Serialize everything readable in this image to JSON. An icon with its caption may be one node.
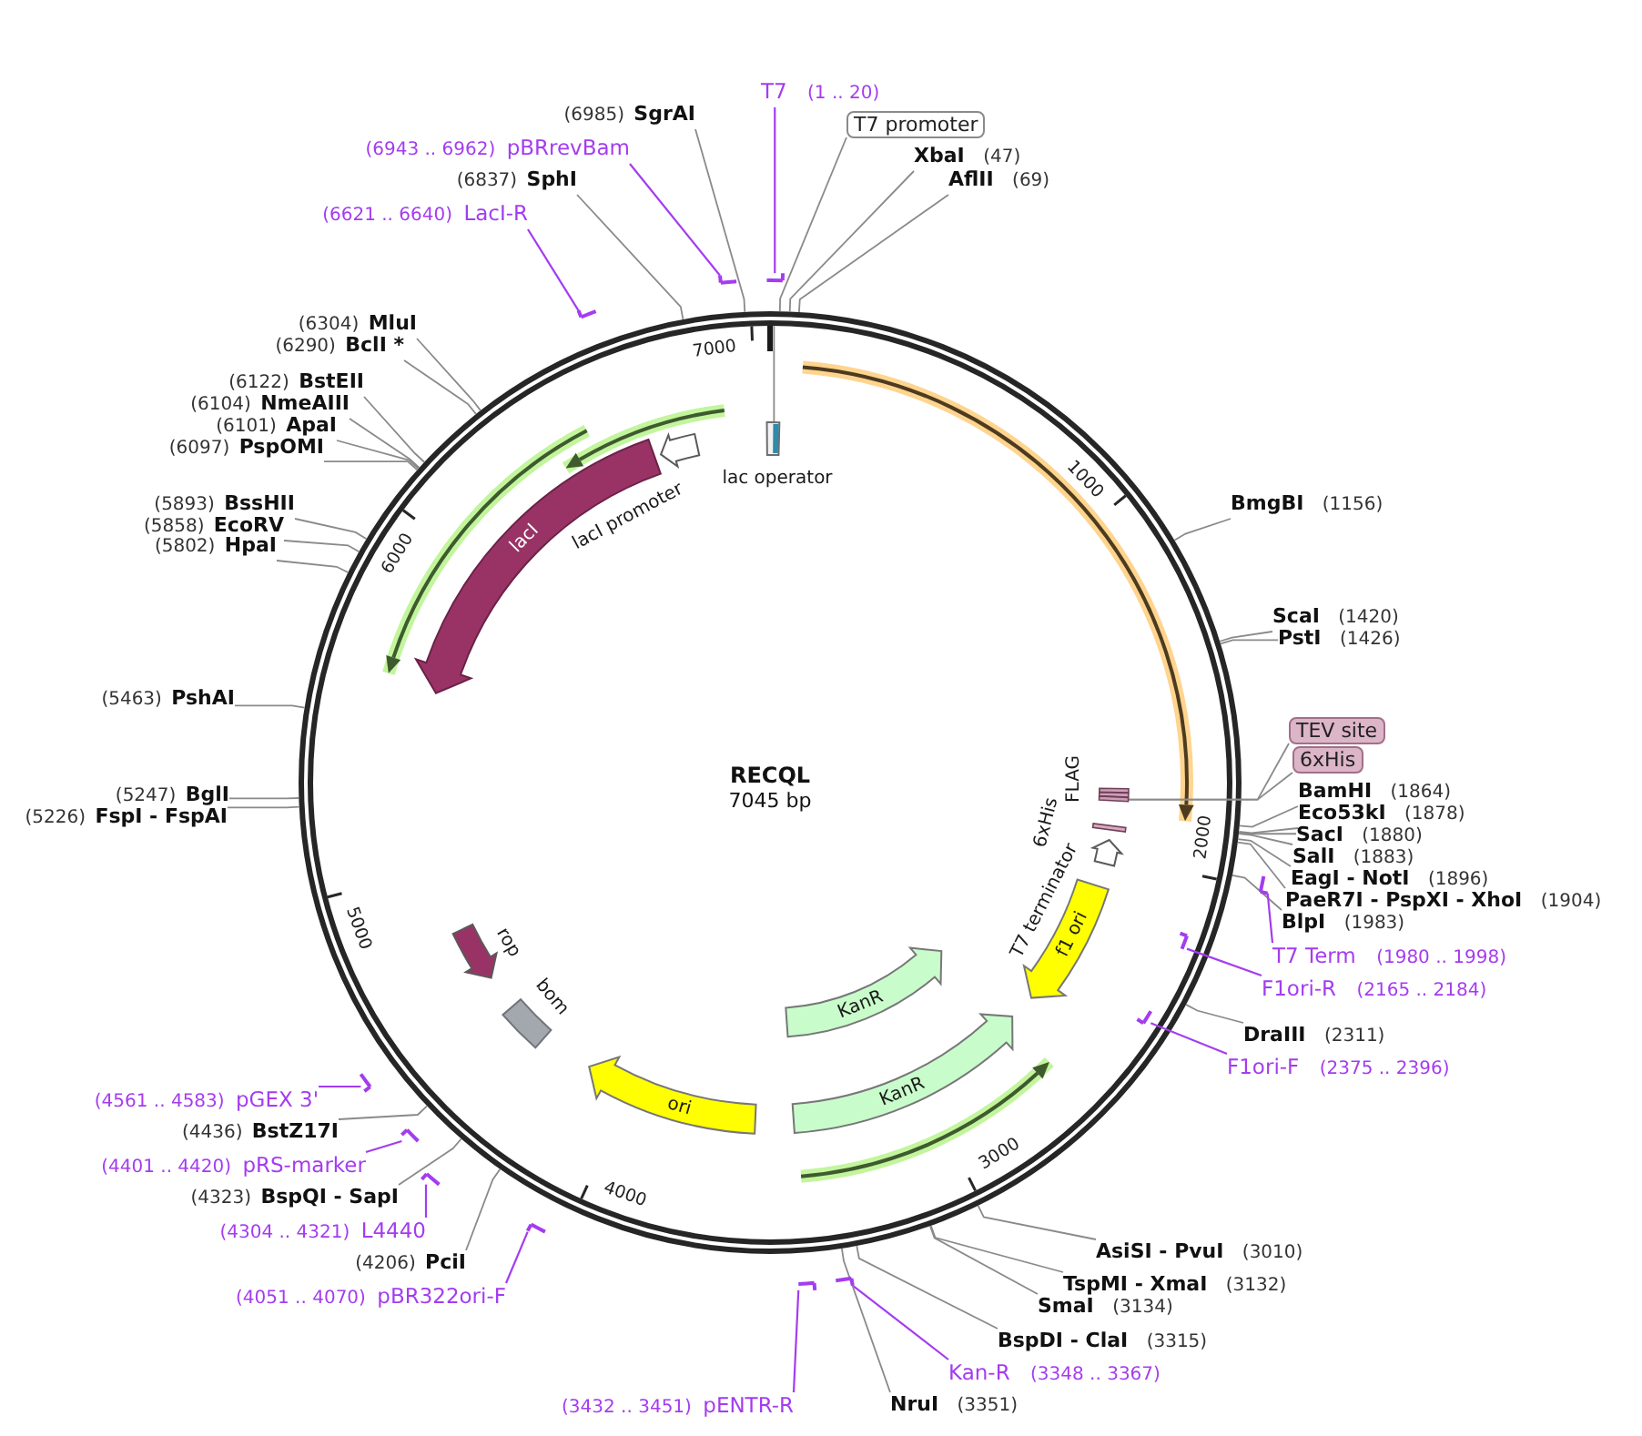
{
  "diagram": {
    "title": "RECQL",
    "nodes": [
      {
        "text": [
          "T7",
          "(1 .. 20)"
        ]
      },
      {
        "text": [
          "T7 promoter"
        ]
      },
      {
        "text": [
          "XbaI",
          "(47)"
        ]
      },
      {
        "text": [
          "AflII",
          "(69)"
        ]
      },
      {
        "text": [
          "BmgBI",
          "(1156)"
        ]
      },
      {
        "text": [
          "ScaI",
          "(1420)"
        ]
      },
      {
        "text": [
          "PstI",
          "(1426)"
        ]
      },
      {
        "text": [
          "TEV site"
        ]
      },
      {
        "text": [
          "6xHis"
        ]
      },
      {
        "text": [
          "BamHI",
          "(1864)"
        ]
      },
      {
        "text": [
          "Eco53kI",
          "(1878)"
        ]
      },
      {
        "text": [
          "SacI",
          "(1880)"
        ]
      },
      {
        "text": [
          "SalI",
          "(1883)"
        ]
      },
      {
        "text": [
          "EagI - NotI",
          "(1896)"
        ]
      },
      {
        "text": [
          "PaeR7I - PspXI - XhoI",
          "(1904)"
        ]
      },
      {
        "text": [
          "BlpI",
          "(1983)"
        ]
      },
      {
        "text": [
          "T7 Term",
          "(1980 .. 1998)"
        ]
      },
      {
        "text": [
          "F1ori-R",
          "(2165 .. 2184)"
        ]
      },
      {
        "text": [
          "DraIII",
          "(2311)"
        ]
      },
      {
        "text": [
          "F1ori-F",
          "(2375 .. 2396)"
        ]
      },
      {
        "text": [
          "AsiSI - PvuI",
          "(3010)"
        ]
      },
      {
        "text": [
          "TspMI - XmaI",
          "(3132)"
        ]
      },
      {
        "text": [
          "SmaI",
          "(3134)"
        ]
      },
      {
        "text": [
          "BspDI - ClaI",
          "(3315)"
        ]
      },
      {
        "text": [
          "Kan-R",
          "(3348 .. 3367)"
        ]
      },
      {
        "text": [
          "NruI",
          "(3351)"
        ]
      },
      {
        "text": [
          "(3432 .. 3451)",
          "pENTR-R"
        ]
      },
      {
        "text": [
          "(4051 .. 4070)",
          "pBR322ori-F"
        ]
      },
      {
        "text": [
          "(4206)",
          "PciI"
        ]
      },
      {
        "text": [
          "(4304 .. 4321)",
          "L4440"
        ]
      },
      {
        "text": [
          "(4323)",
          "BspQI - SapI"
        ]
      },
      {
        "text": [
          "(4401 .. 4420)",
          "pRS-marker"
        ]
      },
      {
        "text": [
          "(4436)",
          "BstZ17I"
        ]
      },
      {
        "text": [
          "(4561 .. 4583)",
          "pGEX 3'"
        ]
      },
      {
        "text": [
          "(5226)",
          "FspI - FspAI"
        ]
      },
      {
        "text": [
          "(5247)",
          "BglI"
        ]
      },
      {
        "text": [
          "(5463)",
          "PshAI"
        ]
      },
      {
        "text": [
          "(5802)",
          "HpaI"
        ]
      },
      {
        "text": [
          "(5858)",
          "EcoRV"
        ]
      },
      {
        "text": [
          "(5893)",
          "BssHII"
        ]
      },
      {
        "text": [
          "(6097)",
          "PspOMI"
        ]
      },
      {
        "text": [
          "(6101)",
          "ApaI"
        ]
      },
      {
        "text": [
          "(6104)",
          "NmeAIII"
        ]
      },
      {
        "text": [
          "(6122)",
          "BstEII"
        ]
      },
      {
        "text": [
          "(6290)",
          "BclI *"
        ]
      },
      {
        "text": [
          "(6304)",
          "MluI"
        ]
      },
      {
        "text": [
          "(6621 .. 6640)",
          "LacI-R"
        ]
      },
      {
        "text": [
          "(6837)",
          "SphI"
        ]
      },
      {
        "text": [
          "(6943 .. 6962)",
          "pBRrevBam"
        ]
      },
      {
        "text": [
          "(6985)",
          "SgrAI"
        ]
      },
      {
        "text": [
          "lac operator"
        ]
      },
      {
        "text": [
          "FLAG"
        ]
      },
      {
        "text": [
          "6xHis"
        ]
      },
      {
        "text": [
          "T7 terminator"
        ]
      },
      {
        "text": [
          "f1 ori"
        ]
      },
      {
        "text": [
          "KanR"
        ]
      },
      {
        "text": [
          "KanR"
        ]
      },
      {
        "text": [
          "ori"
        ]
      },
      {
        "text": [
          "bom"
        ]
      },
      {
        "text": [
          "rop"
        ]
      },
      {
        "text": [
          "lacI"
        ]
      },
      {
        "text": [
          "lacI promoter"
        ]
      },
      {
        "text": [],
        "shape": "bar"
      },
      {
        "text": [],
        "shape": "bar"
      },
      {
        "text": [],
        "shape": "bar"
      },
      {
        "text": [],
        "shape": "bar"
      },
      {
        "text": [],
        "shape": "bar"
      },
      {
        "text": [],
        "shape": "bar"
      },
      {
        "text": [],
        "shape": "bar"
      },
      {
        "text": [],
        "shape": "bar"
      },
      {
        "text": [],
        "shape": "bar"
      },
      {
        "text": [],
        "shape": "bar"
      },
      {
        "text": [],
        "shape": "bar"
      },
      {
        "text": [],
        "shape": "bar"
      }
    ],
    "edges": [
      {
        "from": 0,
        "to": 68,
        "arrow": "none",
        "color": "#a43cf0"
      },
      {
        "from": 1,
        "to": null,
        "arrow": "none"
      },
      {
        "from": 2,
        "to": null,
        "arrow": "none"
      },
      {
        "from": 3,
        "to": null,
        "arrow": "none"
      },
      {
        "from": 4,
        "to": null,
        "arrow": "none"
      },
      {
        "from": 5,
        "to": null,
        "arrow": "none"
      },
      {
        "from": 6,
        "to": null,
        "arrow": "none"
      },
      {
        "from": 7,
        "to": 51,
        "arrow": "none"
      },
      {
        "from": 8,
        "to": 51,
        "arrow": "none"
      },
      {
        "from": 9,
        "to": null,
        "arrow": "none"
      },
      {
        "from": 10,
        "to": null,
        "arrow": "none"
      },
      {
        "from": 11,
        "to": null,
        "arrow": "none"
      },
      {
        "from": 12,
        "to": null,
        "arrow": "none"
      },
      {
        "from": 13,
        "to": null,
        "arrow": "none"
      },
      {
        "from": 14,
        "to": null,
        "arrow": "none"
      },
      {
        "from": 15,
        "to": null,
        "arrow": "none"
      },
      {
        "from": 16,
        "to": 73,
        "arrow": "none",
        "color": "#a43cf0"
      },
      {
        "from": 17,
        "to": 72,
        "arrow": "none",
        "color": "#a43cf0"
      },
      {
        "from": 18,
        "to": null,
        "arrow": "none"
      },
      {
        "from": 19,
        "to": 71,
        "arrow": "none",
        "color": "#a43cf0"
      },
      {
        "from": 20,
        "to": null,
        "arrow": "none"
      },
      {
        "from": 21,
        "to": null,
        "arrow": "none"
      },
      {
        "from": 22,
        "to": null,
        "arrow": "none"
      },
      {
        "from": 23,
        "to": null,
        "arrow": "none"
      },
      {
        "from": 24,
        "to": 70,
        "arrow": "none",
        "color": "#a43cf0"
      },
      {
        "from": 25,
        "to": null,
        "arrow": "none"
      },
      {
        "from": 26,
        "to": 69,
        "arrow": "none",
        "color": "#a43cf0"
      },
      {
        "from": 27,
        "to": 65,
        "arrow": "none",
        "color": "#a43cf0"
      },
      {
        "from": 28,
        "to": null,
        "arrow": "none"
      },
      {
        "from": 29,
        "to": 64,
        "arrow": "none",
        "color": "#a43cf0"
      },
      {
        "from": 30,
        "to": null,
        "arrow": "none"
      },
      {
        "from": 31,
        "to": 63,
        "arrow": "none",
        "color": "#a43cf0"
      },
      {
        "from": 32,
        "to": null,
        "arrow": "none"
      },
      {
        "from": 33,
        "to": 62,
        "arrow": "none",
        "color": "#a43cf0"
      },
      {
        "from": 34,
        "to": null,
        "arrow": "none"
      },
      {
        "from": 35,
        "to": null,
        "arrow": "none"
      },
      {
        "from": 36,
        "to": null,
        "arrow": "none"
      },
      {
        "from": 37,
        "to": null,
        "arrow": "none"
      },
      {
        "from": 38,
        "to": null,
        "arrow": "none"
      },
      {
        "from": 39,
        "to": null,
        "arrow": "none"
      },
      {
        "from": 40,
        "to": null,
        "arrow": "none"
      },
      {
        "from": 41,
        "to": null,
        "arrow": "none"
      },
      {
        "from": 42,
        "to": null,
        "arrow": "none"
      },
      {
        "from": 43,
        "to": null,
        "arrow": "none"
      },
      {
        "from": 44,
        "to": null,
        "arrow": "none"
      },
      {
        "from": 45,
        "to": null,
        "arrow": "none"
      },
      {
        "from": 46,
        "to": 66,
        "arrow": "none",
        "color": "#a43cf0"
      },
      {
        "from": 47,
        "to": null,
        "arrow": "none"
      },
      {
        "from": 48,
        "to": 67,
        "arrow": "none",
        "color": "#a43cf0"
      },
      {
        "from": 49,
        "to": null,
        "arrow": "none"
      },
      {
        "from": 50,
        "to": null,
        "arrow": "none"
      }
    ],
    "labels": [
      "7000",
      "1000",
      "6000",
      "7045 bp",
      "2000",
      "5000",
      "3000",
      "4000"
    ]
  }
}
